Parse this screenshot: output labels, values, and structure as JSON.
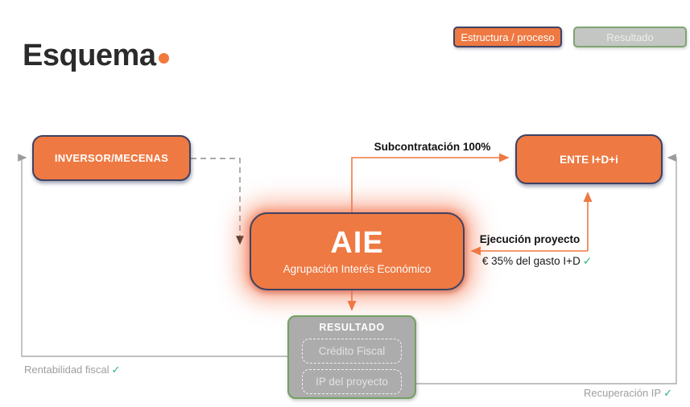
{
  "page": {
    "title": "Esquema"
  },
  "legend": {
    "estructura_label": "Estructura / proceso",
    "resultado_label": "Resultado"
  },
  "nodes": {
    "inversor": {
      "label": "INVERSOR/MECENAS"
    },
    "ente": {
      "label": "ENTE I+D+i"
    },
    "aie": {
      "label": "AIE",
      "sublabel": "Agrupación Interés Económico"
    },
    "resultado": {
      "label": "RESULTADO",
      "items": [
        {
          "label": "Crédito Fiscal"
        },
        {
          "label": "IP del proyecto"
        }
      ]
    }
  },
  "annotations": {
    "subcontratacion": "Subcontratación 100%",
    "ejecucion_title": "Ejecución proyecto",
    "ejecucion_detail": "€ 35% del gasto I+D",
    "ejecucion_check": "✓",
    "rentabilidad": "Rentabilidad fiscal",
    "rentabilidad_check": "✓",
    "recuperacion": "Recuperación IP",
    "recuperacion_check": "✓"
  },
  "colors": {
    "accent_orange": "#EE7942",
    "navy_border": "#3D4263",
    "gray_fill": "#ACACAC",
    "green_border": "#74A163",
    "check_green": "#22B573",
    "line_gray": "#ABABAB",
    "dashed_line_gray": "#8E8E8E"
  }
}
